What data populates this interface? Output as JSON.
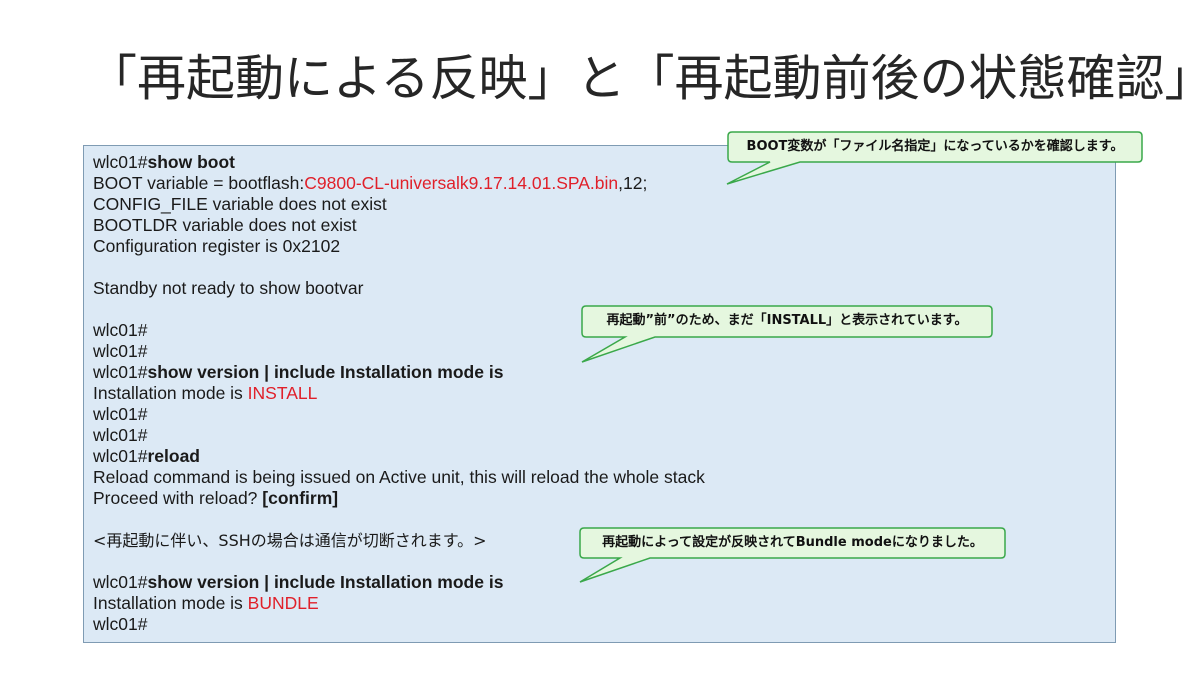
{
  "title": "「再起動による反映」と「再起動前後の状態確認」",
  "terminal": {
    "lines": [
      [
        {
          "t": "wlc01#"
        },
        {
          "t": "show boot",
          "s": "cmd"
        }
      ],
      [
        {
          "t": "BOOT variable = bootflash:"
        },
        {
          "t": "C9800-CL-universalk9.17.14.01.SPA.bin",
          "s": "red"
        },
        {
          "t": ",12;"
        }
      ],
      [
        {
          "t": "CONFIG_FILE variable does not exist"
        }
      ],
      [
        {
          "t": "BOOTLDR variable does not exist"
        }
      ],
      [
        {
          "t": "Configuration register is 0x2102"
        }
      ],
      [],
      [
        {
          "t": "Standby not ready to show bootvar"
        }
      ],
      [],
      [
        {
          "t": "wlc01#"
        }
      ],
      [
        {
          "t": "wlc01#"
        }
      ],
      [
        {
          "t": "wlc01#"
        },
        {
          "t": "show version | include Installation mode is",
          "s": "cmd"
        }
      ],
      [
        {
          "t": "Installation mode is "
        },
        {
          "t": "INSTALL",
          "s": "red"
        }
      ],
      [
        {
          "t": "wlc01#"
        }
      ],
      [
        {
          "t": "wlc01#"
        }
      ],
      [
        {
          "t": "wlc01#"
        },
        {
          "t": "reload",
          "s": "cmd"
        }
      ],
      [
        {
          "t": "Reload command is being issued on Active unit, this will reload the whole stack"
        }
      ],
      [
        {
          "t": "Proceed with reload? "
        },
        {
          "t": "[confirm]",
          "s": "cmd"
        }
      ],
      [],
      [
        {
          "t": "<再起動に伴い、SSHの場合は通信が切断されます。>",
          "s": "jp"
        }
      ],
      [],
      [
        {
          "t": "wlc01#"
        },
        {
          "t": "show version | include Installation mode is",
          "s": "cmd"
        }
      ],
      [
        {
          "t": "Installation mode is "
        },
        {
          "t": "BUNDLE",
          "s": "red"
        }
      ],
      [
        {
          "t": "wlc01#"
        }
      ]
    ]
  },
  "callouts": [
    {
      "text": "BOOT変数が「ファイル名指定」になっているかを確認します。"
    },
    {
      "text": "再起動”前”のため、まだ「INSTALL」と表示されています。"
    },
    {
      "text": "再起動によって設定が反映されてBundle modeになりました。"
    }
  ],
  "colors": {
    "callout_fill": "#e5f7df",
    "callout_border": "#3aa84a",
    "terminal_bg": "#dce9f5",
    "highlight": "#e0202a"
  }
}
